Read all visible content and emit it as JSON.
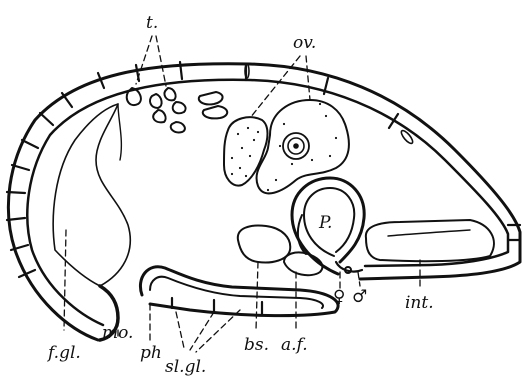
{
  "labels": {
    "t": "t.",
    "ov": "ov.",
    "p": "P.",
    "fgl": "f.gl.",
    "mo": "mo.",
    "ph": "ph",
    "slgl": "sl.gl.",
    "bs": "bs.",
    "af": "a.f.",
    "female": "♀",
    "male": "♂",
    "int": "int."
  }
}
